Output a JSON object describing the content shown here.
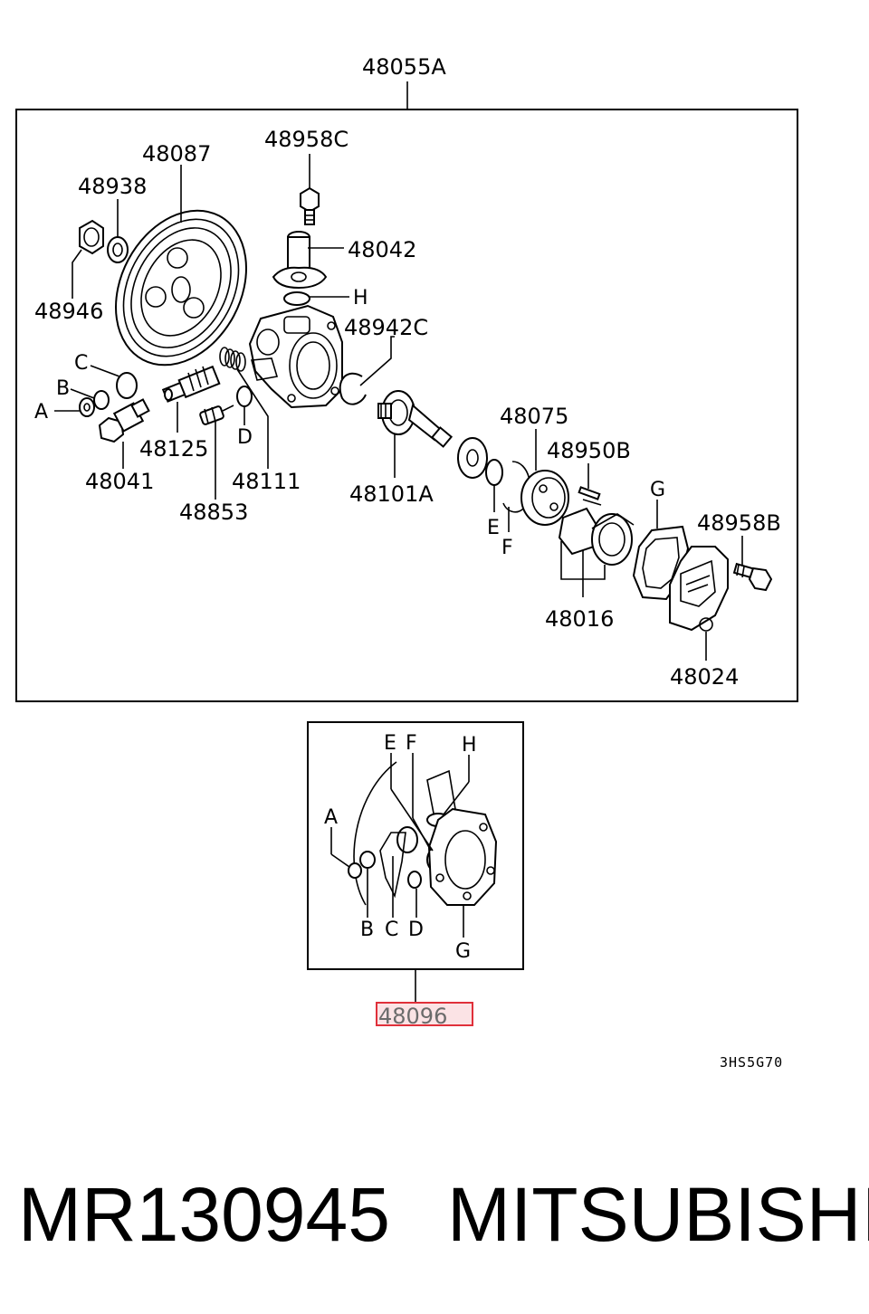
{
  "assembly_label": "48055A",
  "parts": {
    "p48087": "48087",
    "p48938": "48938",
    "p48946": "48946",
    "p48958C": "48958C",
    "p48042": "48042",
    "p48942C": "48942C",
    "p48125": "48125",
    "p48041": "48041",
    "p48853": "48853",
    "p48111": "48111",
    "p48101A": "48101A",
    "p48075": "48075",
    "p48950B": "48950B",
    "p48958B": "48958B",
    "p48016": "48016",
    "p48024": "48024"
  },
  "letters": {
    "A": "A",
    "B": "B",
    "C": "C",
    "D": "D",
    "E": "E",
    "F": "F",
    "G": "G",
    "H": "H"
  },
  "kit_label": "48096",
  "diagram_code": "3HS5G70",
  "footer": {
    "part_number": "MR130945",
    "brand": "MITSUBISHI"
  },
  "colors": {
    "highlight_stroke": "#e0303a",
    "highlight_fill": "#fbe3e5"
  }
}
